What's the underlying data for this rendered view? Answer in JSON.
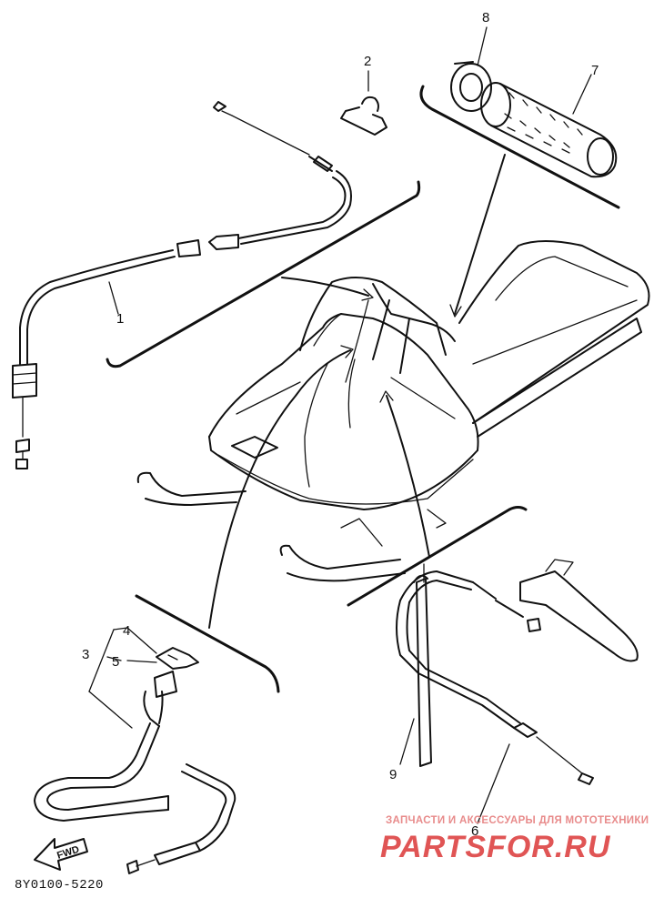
{
  "callouts": {
    "c1": "1",
    "c2": "2",
    "c3": "3",
    "c4": "4",
    "c5": "5",
    "c6": "6",
    "c7": "7",
    "c8": "8",
    "c9": "9"
  },
  "drawing_code": "8Y0100-5220",
  "fwd_label": "FWD",
  "watermark": {
    "tagline": "ЗАПЧАСТИ И АКСЕССУАРЫ ДЛЯ МОТОТЕХНИКИ",
    "brand": "PARTSFOR.RU"
  },
  "colors": {
    "ink": "#111111",
    "background": "#ffffff",
    "watermark": "#e05555"
  }
}
